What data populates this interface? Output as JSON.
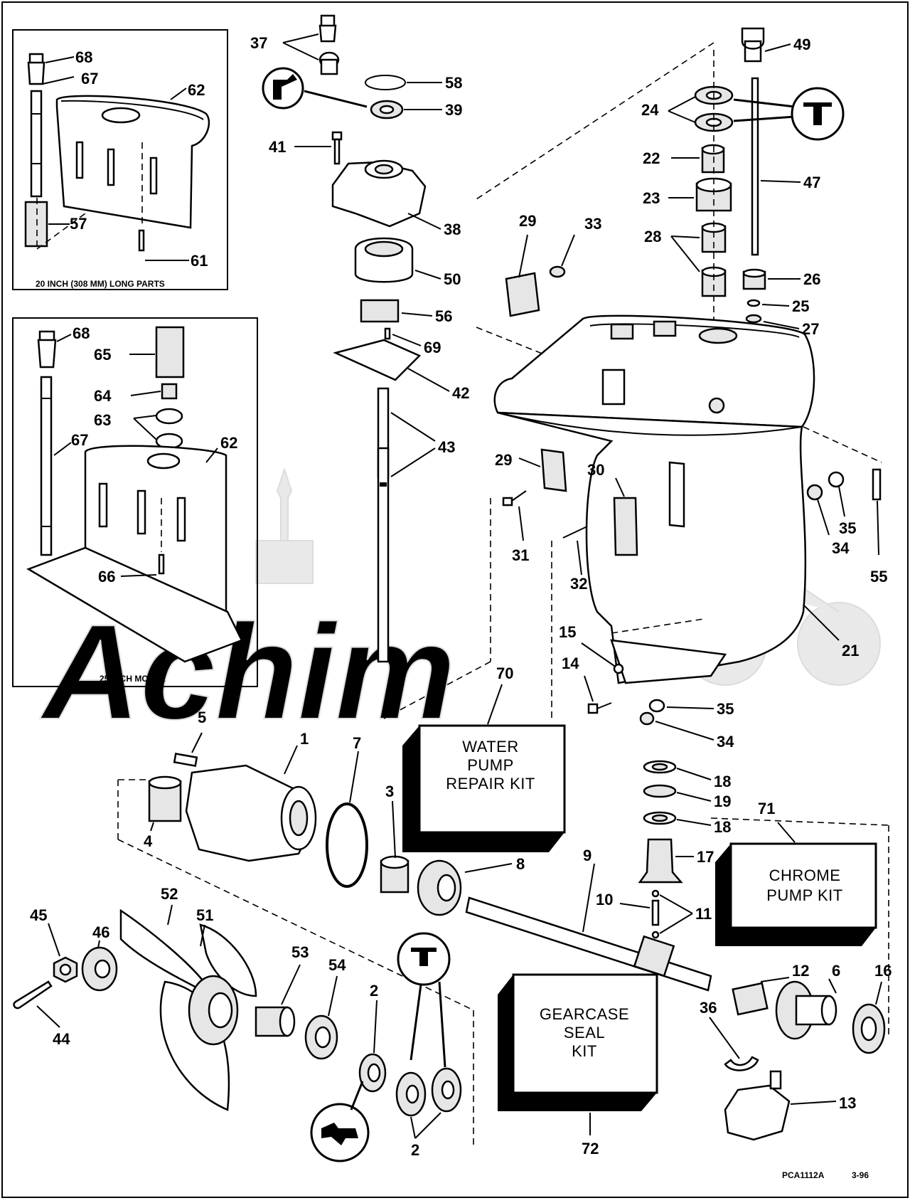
{
  "watermark": {
    "text": "Achim"
  },
  "insets": {
    "top_caption": "20 INCH (308 MM) LONG PARTS",
    "bottom_caption": "25 INCH MODEL"
  },
  "kits": {
    "water_pump": [
      "WATER",
      "PUMP",
      "REPAIR KIT"
    ],
    "chrome_pump": [
      "CHROME",
      "PUMP KIT"
    ],
    "gearcase_seal": [
      "GEARCASE",
      "SEAL",
      "KIT"
    ]
  },
  "footer": {
    "ref": "PCA1112A",
    "date": "3-96"
  },
  "callouts": {
    "c68a": "68",
    "c67a": "67",
    "c62a": "62",
    "c57": "57",
    "c61": "61",
    "c68b": "68",
    "c65": "65",
    "c64": "64",
    "c63": "63",
    "c67b": "67",
    "c62b": "62",
    "c66": "66",
    "c37": "37",
    "c58": "58",
    "c39": "39",
    "c41": "41",
    "c38": "38",
    "c50": "50",
    "c56": "56",
    "c69": "69",
    "c42": "42",
    "c43": "43",
    "c49": "49",
    "c24": "24",
    "c22": "22",
    "c47": "47",
    "c23": "23",
    "c28": "28",
    "c29a": "29",
    "c33": "33",
    "c26": "26",
    "c25": "25",
    "c27": "27",
    "c29b": "29",
    "c30": "30",
    "c31": "31",
    "c32": "32",
    "c35a": "35",
    "c34a": "34",
    "c55": "55",
    "c21": "21",
    "c15": "15",
    "c14": "14",
    "c35b": "35",
    "c34b": "34",
    "c70": "70",
    "c5": "5",
    "c1": "1",
    "c7": "7",
    "c3": "3",
    "c4": "4",
    "c8": "8",
    "c9": "9",
    "c18a": "18",
    "c19": "19",
    "c18b": "18",
    "c71": "71",
    "c17": "17",
    "c10": "10",
    "c11": "11",
    "c12": "12",
    "c6": "6",
    "c16": "16",
    "c36": "36",
    "c13": "13",
    "c45": "45",
    "c46": "46",
    "c52": "52",
    "c51": "51",
    "c53": "53",
    "c54": "54",
    "c2a": "2",
    "c44": "44",
    "c2b": "2",
    "c72": "72"
  }
}
